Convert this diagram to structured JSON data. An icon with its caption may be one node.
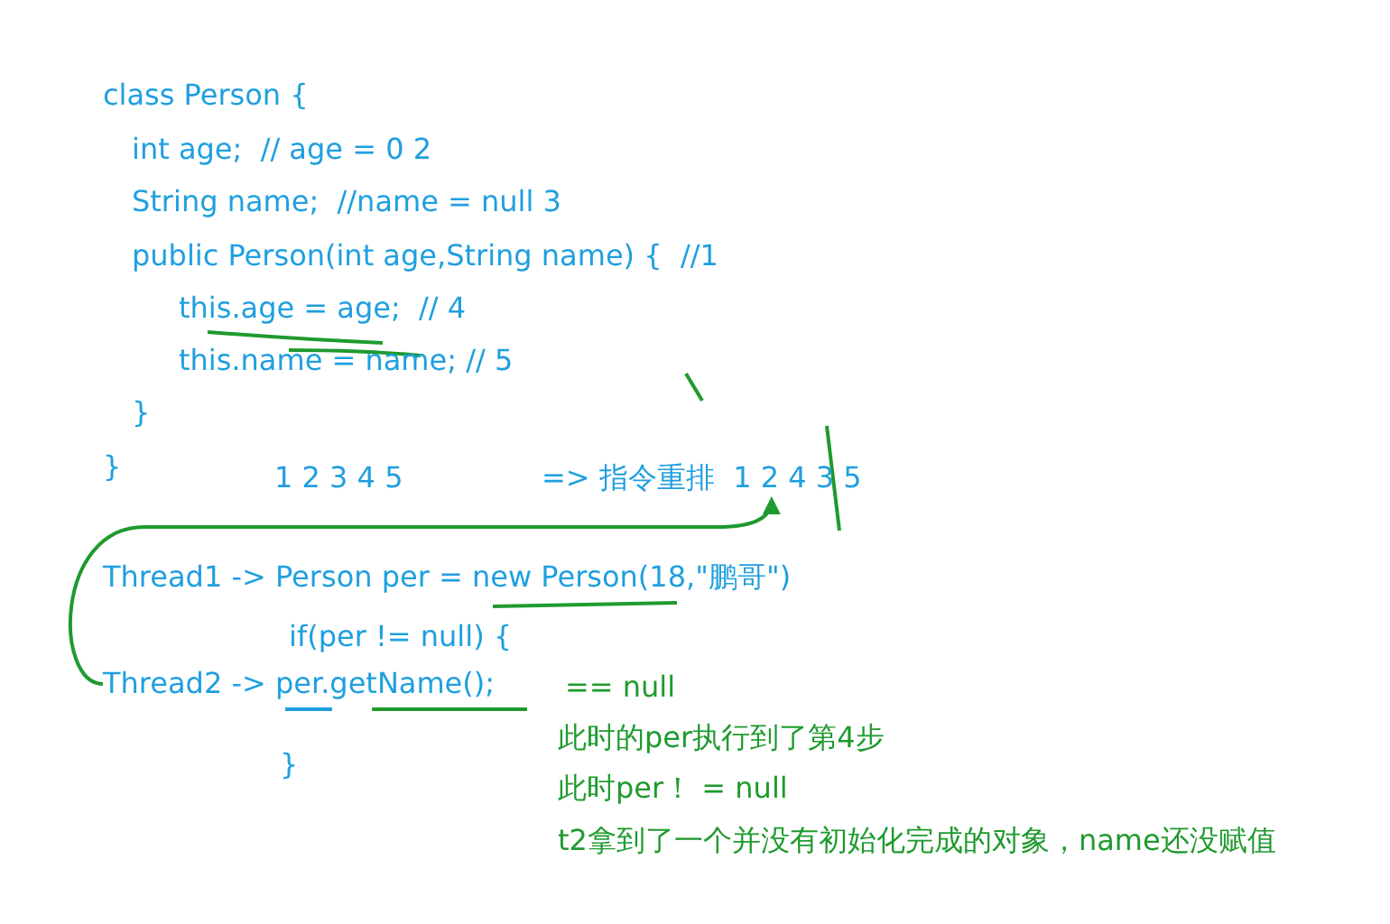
{
  "diagram": {
    "nodes": [
      {
        "text": [
          "=> 指令重排  1 2 4 3 5"
        ]
      },
      {
        "text": [
          "Thread2 -> per.getName();"
        ]
      }
    ],
    "edges": [
      {
        "from": 1,
        "to": 0,
        "arrow": "to"
      }
    ],
    "labels": [
      "class Person {",
      "int age;  // age = 0 2",
      "String name;  //name = null 3",
      "public Person(int age,String name) {  //1",
      "this.age = age;  // 4",
      "this.name = name; // 5",
      "}",
      "}",
      "1 2 3 4 5",
      "Thread1 -> Person per = new Person(18,\"鹏哥\")",
      "if(per != null) {",
      "== null",
      "此时的per执行到了第4步",
      "此时per！ = null",
      "t2拿到了一个并没有初始化完成的对象，name还没赋值",
      "}"
    ]
  }
}
